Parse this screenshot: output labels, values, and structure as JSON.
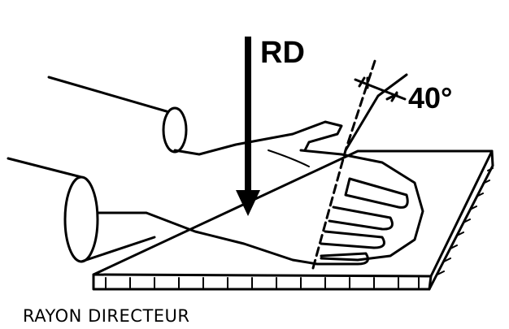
{
  "diagram": {
    "beam_label": "RD",
    "angle_label": "40°",
    "caption": "RAYON DIRECTEUR"
  }
}
